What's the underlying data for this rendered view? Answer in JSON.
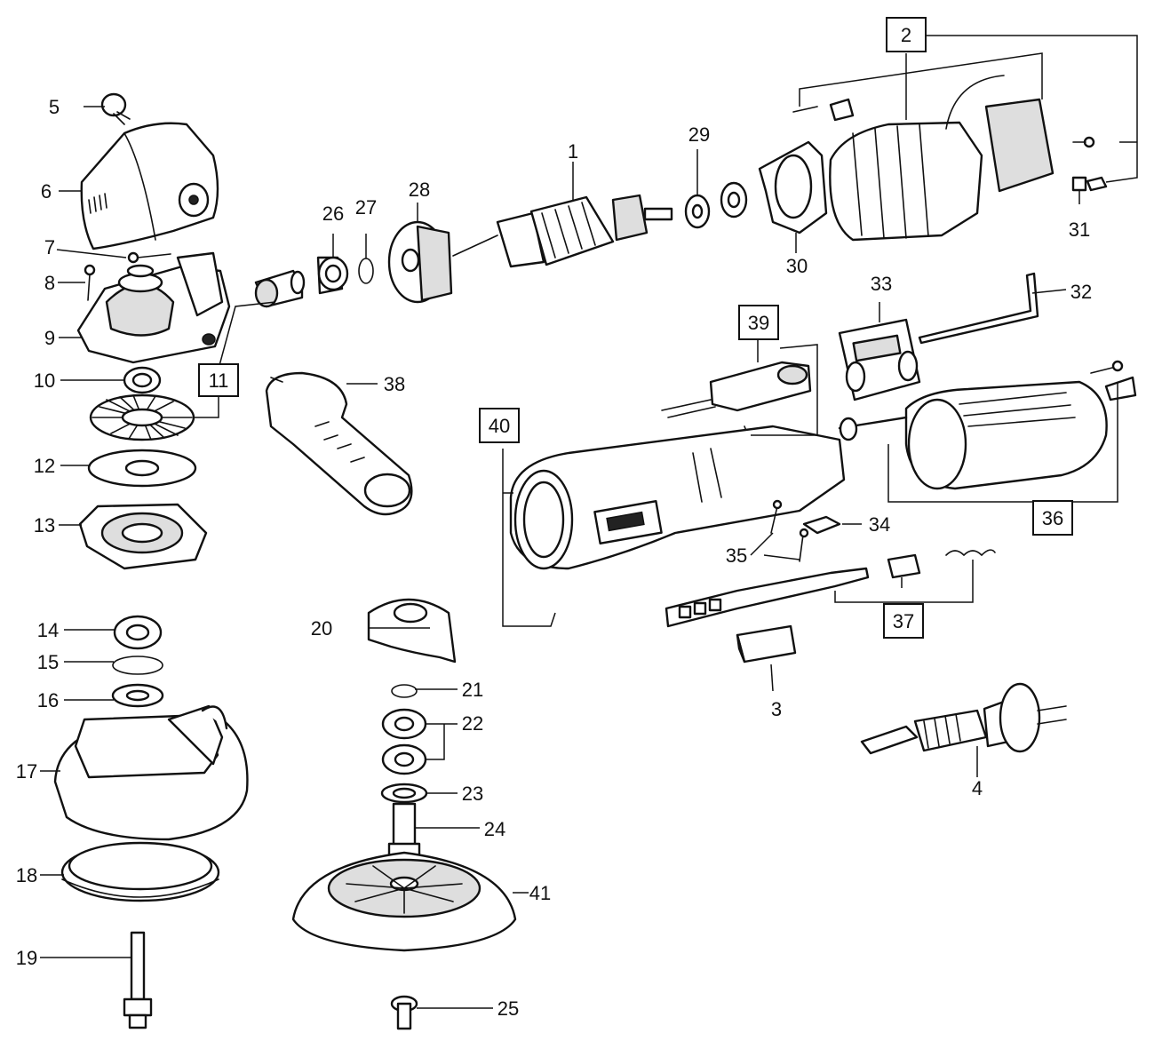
{
  "diagram": {
    "labels": {
      "l1": "1",
      "l2": "2",
      "l3": "3",
      "l4": "4",
      "l5": "5",
      "l6": "6",
      "l7": "7",
      "l8": "8",
      "l9": "9",
      "l10": "10",
      "l11": "11",
      "l12": "12",
      "l13": "13",
      "l14": "14",
      "l15": "15",
      "l16": "16",
      "l17": "17",
      "l18": "18",
      "l19": "19",
      "l20": "20",
      "l21": "21",
      "l22": "22",
      "l23": "23",
      "l24": "24",
      "l25": "25",
      "l26": "26",
      "l27": "27",
      "l28": "28",
      "l29": "29",
      "l30": "30",
      "l31": "31",
      "l32": "32",
      "l33": "33",
      "l34": "34",
      "l35": "35",
      "l36": "36",
      "l37": "37",
      "l38": "38",
      "l39": "39",
      "l40": "40",
      "l41": "41"
    }
  }
}
